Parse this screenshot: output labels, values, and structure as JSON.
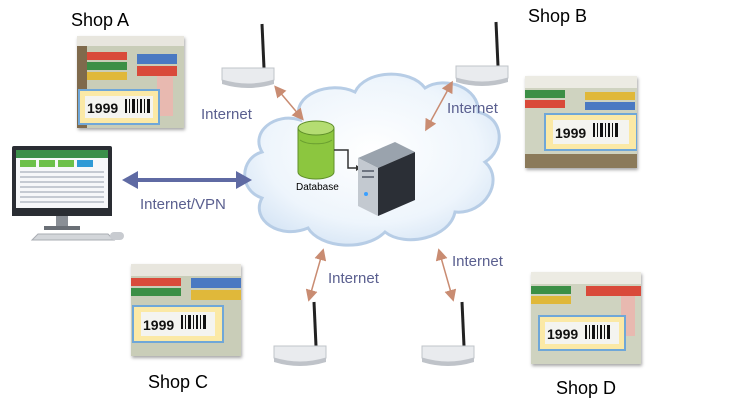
{
  "labels": {
    "shop_a": "Shop A",
    "shop_b": "Shop B",
    "shop_c": "Shop C",
    "shop_d": "Shop D",
    "database": "Database",
    "vpn_link": "Internet/VPN",
    "internet": "Internet",
    "price_tag": "1999"
  },
  "colors": {
    "cloud_fill": "#eaf2fb",
    "cloud_stroke": "#b7cde6",
    "arrow_blue": "#5f6aa3",
    "arrow_brown": "#c98c72",
    "net_text": "#5a5f8f",
    "db_green": "#8cc63f"
  }
}
